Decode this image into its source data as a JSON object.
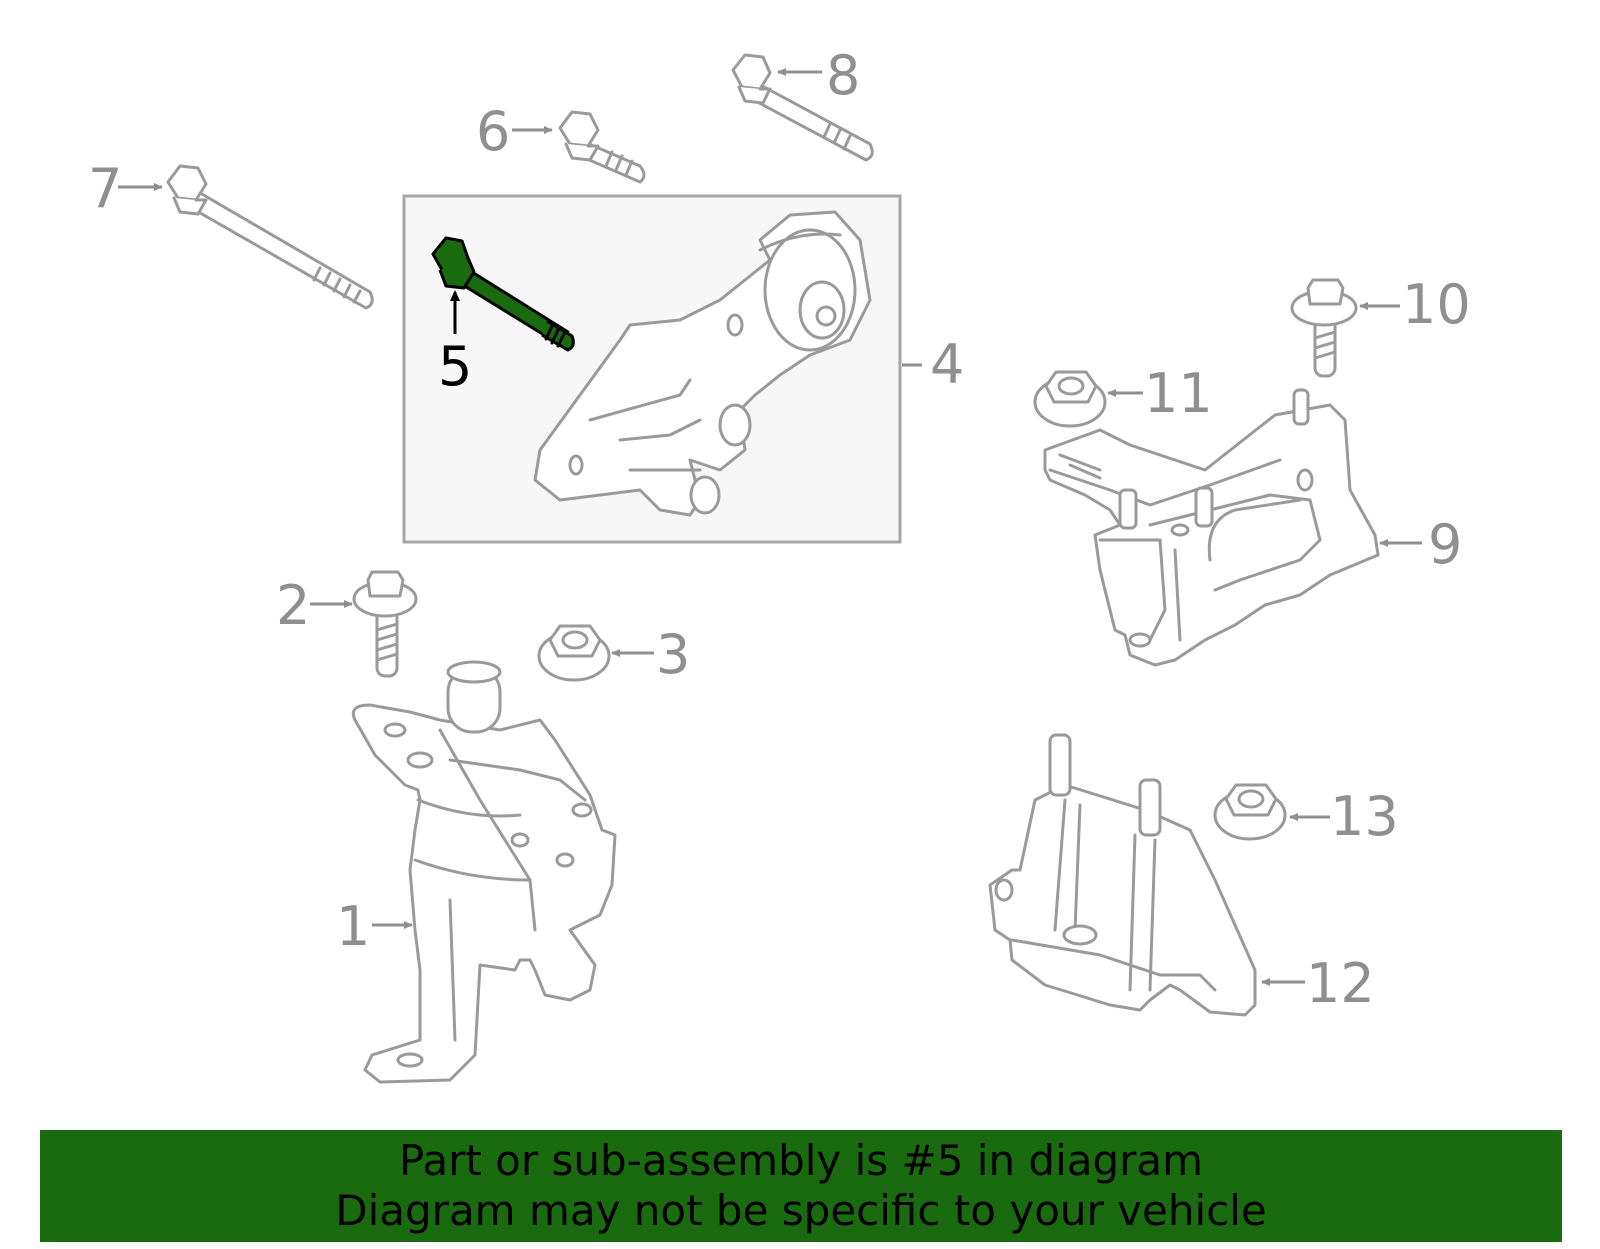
{
  "callouts": {
    "c1": "1",
    "c2": "2",
    "c3": "3",
    "c4": "4",
    "c5": "5",
    "c6": "6",
    "c7": "7",
    "c8": "8",
    "c9": "9",
    "c10": "10",
    "c11": "11",
    "c12": "12",
    "c13": "13"
  },
  "highlight": {
    "part": "5",
    "color": "#1a6b0f"
  },
  "caption": {
    "line1": "Part or sub-assembly is #5 in diagram",
    "line2": "Diagram may not be specific to your vehicle"
  }
}
